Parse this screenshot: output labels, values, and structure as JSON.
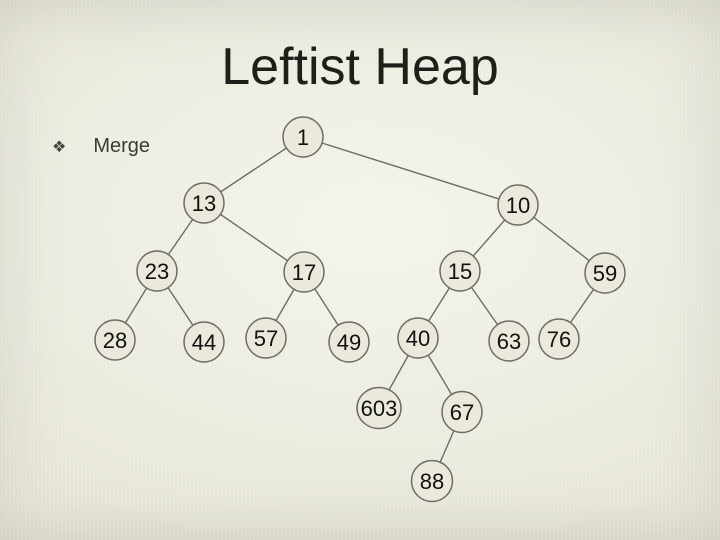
{
  "slide": {
    "title": "Leftist Heap",
    "bullet_marker": "❖",
    "bullet_label": "Merge"
  },
  "colors": {
    "background": "#eae9dc",
    "title_text": "#1e1e1b",
    "body_text": "#3b3a36",
    "node_stroke": "#6d6c66",
    "edge_line": "#6d6c66",
    "node_text": "#121210"
  },
  "icons": {
    "bullet": "diamond-club-bullet"
  },
  "tree": {
    "description": "Leftist heap merge result, root at top",
    "nodes": [
      {
        "value": "1"
      },
      {
        "value": "13"
      },
      {
        "value": "10"
      },
      {
        "value": "23"
      },
      {
        "value": "17"
      },
      {
        "value": "15"
      },
      {
        "value": "59"
      },
      {
        "value": "28"
      },
      {
        "value": "44"
      },
      {
        "value": "57"
      },
      {
        "value": "49"
      },
      {
        "value": "40"
      },
      {
        "value": "63"
      },
      {
        "value": "76"
      },
      {
        "value": "603"
      },
      {
        "value": "67"
      },
      {
        "value": "88"
      }
    ],
    "edges_by_value": [
      [
        "1",
        "13"
      ],
      [
        "1",
        "10"
      ],
      [
        "13",
        "23"
      ],
      [
        "13",
        "17"
      ],
      [
        "10",
        "15"
      ],
      [
        "10",
        "59"
      ],
      [
        "23",
        "28"
      ],
      [
        "23",
        "44"
      ],
      [
        "17",
        "57"
      ],
      [
        "17",
        "49"
      ],
      [
        "15",
        "40"
      ],
      [
        "15",
        "63"
      ],
      [
        "59",
        "76"
      ],
      [
        "40",
        "603"
      ],
      [
        "40",
        "67"
      ],
      [
        "67",
        "88"
      ]
    ]
  }
}
